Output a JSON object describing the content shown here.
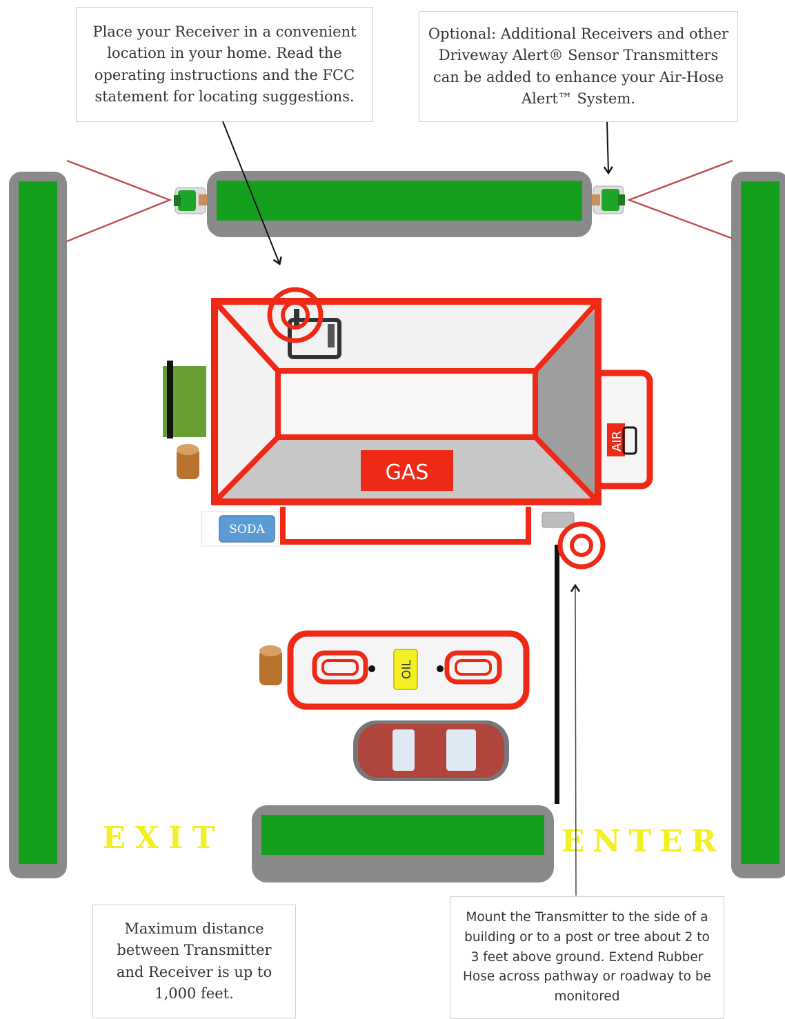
{
  "callouts": {
    "receiver": "Place your Receiver in a convenient location in your home.  Read the operating instructions and the FCC statement for locating suggestions.",
    "optional": "Optional:  Additional Receivers and other Driveway Alert® Sensor Transmitters can be added to enhance your Air-Hose Alert™ System.",
    "distance": "Maximum distance between Transmitter and Receiver is up to 1,000 feet.",
    "mount": "Mount the Transmitter to the side of a building or to a post or tree about 2 to 3 feet above ground.  Extend Rubber Hose across pathway or roadway to be monitored"
  },
  "labels": {
    "gas": "GAS",
    "air": "AIR",
    "soda": "SODA",
    "oil": "OIL",
    "exit": "EXIT",
    "enter": "ENTER"
  },
  "colors": {
    "outline_red": "#ee2a17",
    "hedge_green": "#14a01d",
    "hedge_border": "#8a8a8a",
    "label_yellow": "#f2ef24",
    "soda_blue": "#5b9bd5",
    "car_red": "#b0453c",
    "barrel_brown": "#b8732e",
    "dumpster_green": "#66a032"
  }
}
